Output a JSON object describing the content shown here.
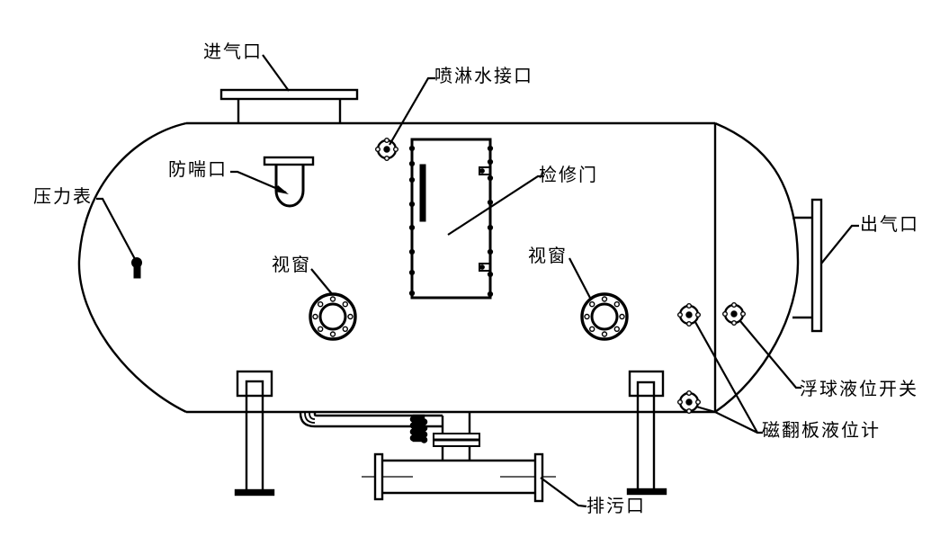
{
  "meta": {
    "type": "engineering-line-drawing",
    "subject": "horizontal pressure vessel / gas-water separator tank, side elevation"
  },
  "colors": {
    "ink": "#000000",
    "paper": "#ffffff"
  },
  "labels": {
    "inlet": {
      "text": "进气口"
    },
    "spray": {
      "text": "喷淋水接口"
    },
    "anti_surge": {
      "text": "防喘口"
    },
    "pressure_gauge": {
      "text": "压力表"
    },
    "inspection_door": {
      "text": "检修门"
    },
    "sight_glass_left": {
      "text": "视窗"
    },
    "sight_glass_right": {
      "text": "视窗"
    },
    "outlet": {
      "text": "出气口"
    },
    "float_switch": {
      "text": "浮球液位开关"
    },
    "mag_level_gauge": {
      "text": "磁翻板液位计"
    },
    "drain": {
      "text": "排污口"
    }
  }
}
